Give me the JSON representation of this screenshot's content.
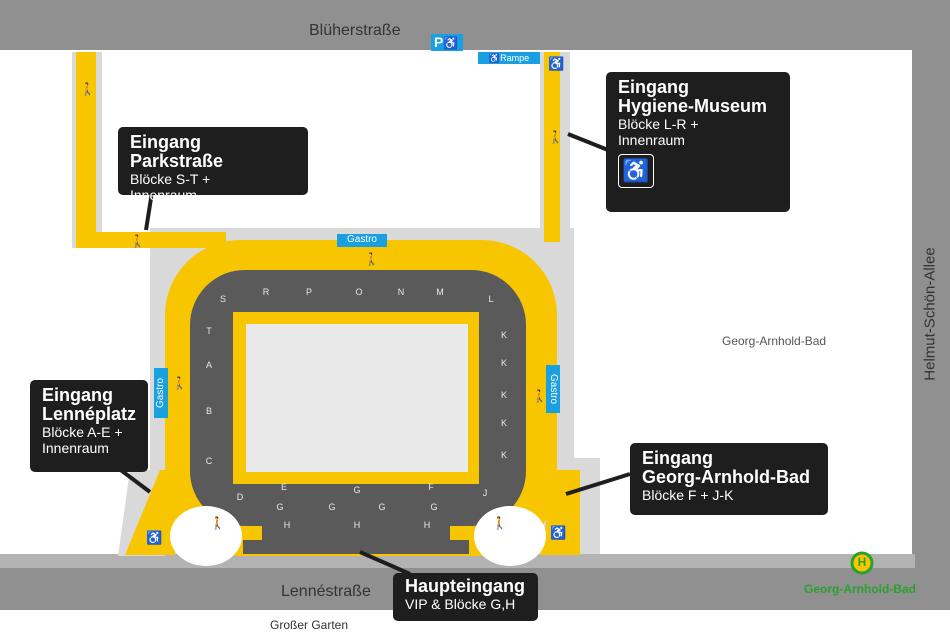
{
  "streets": {
    "top": "Blüherstraße",
    "bottom": "Lennéstraße",
    "bottom_park": "Großer Garten",
    "right": "Helmut-Schön-Allee"
  },
  "area_label": "Georg-Arnhold-Bad",
  "parking_label": "P",
  "ramp_label": "Rampe",
  "gastro_label": "Gastro",
  "entrances": {
    "park": {
      "title": "Eingang Parkstraße",
      "blocks": "Blöcke S-T +",
      "extra": "Innenraum"
    },
    "hygiene": {
      "title_1": "Eingang",
      "title_2": "Hygiene-Museum",
      "blocks": "Blöcke L-R +",
      "extra": "Innenraum"
    },
    "lenne": {
      "title_1": "Eingang",
      "title_2": "Lennéplatz",
      "blocks": "Blöcke A-E +",
      "extra": "Innenraum"
    },
    "bad": {
      "title_1": "Eingang",
      "title_2": "Georg-Arnhold-Bad",
      "blocks": "Blöcke F + J-K"
    },
    "main": {
      "title": "Haupteingang",
      "blocks": "VIP & Blöcke G,H"
    }
  },
  "tram_stop": {
    "symbol": "H",
    "name": "Georg-Arnhold-Bad"
  },
  "blocks": {
    "top": [
      "S",
      "R",
      "P",
      "O",
      "N",
      "M",
      "L"
    ],
    "left": [
      "T",
      "A",
      "B",
      "C"
    ],
    "right": [
      "K",
      "K",
      "K",
      "K",
      "K"
    ],
    "bottom": [
      "D",
      "E",
      "G",
      "F",
      "J"
    ],
    "bottom_inner": [
      "G",
      "G",
      "G",
      "G"
    ],
    "bottom_h": [
      "H",
      "H",
      "H"
    ]
  },
  "colors": {
    "path": "#f8c600",
    "stand": "#5a5a5a",
    "road": "#909090",
    "ground": "#d9d9d9",
    "accent": "#1aa0e0",
    "tram": "#2ca02c"
  },
  "icons": {
    "pedestrian": "pedestrian-icon",
    "wheelchair": "wheelchair-icon",
    "parking": "parking-icon",
    "tram": "tram-stop-icon"
  }
}
